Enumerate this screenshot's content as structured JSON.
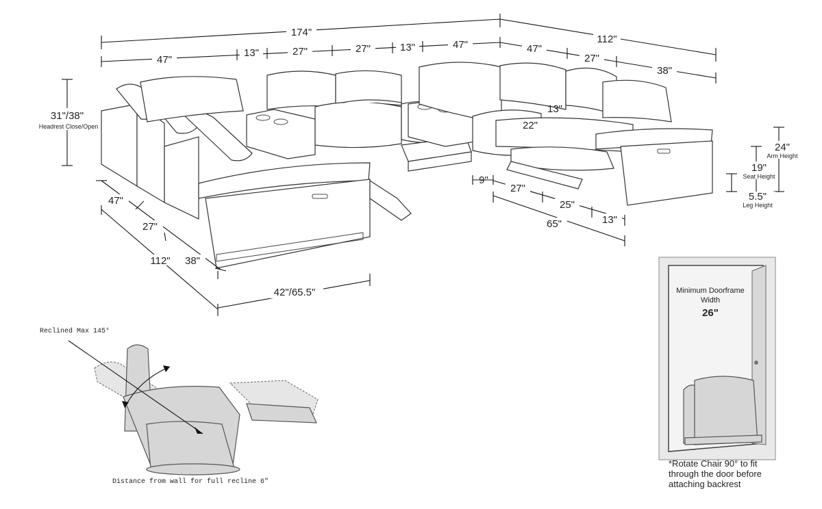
{
  "dimensions": {
    "total_width": "174\"",
    "total_depth": "112\"",
    "top_segments": [
      "47\"",
      "13\"",
      "27\"",
      "27\"",
      "13\"",
      "47\""
    ],
    "right_segments": [
      "47\"",
      "27\"",
      "38\""
    ],
    "headrest": "31\"/38\"",
    "headrest_label": "Headrest Close/Open",
    "left_segments": [
      "47\"",
      "27\"",
      "38\""
    ],
    "left_total": "112\"",
    "recline_depth": "42\"/65.5\"",
    "inner_13": "13\"",
    "inner_22": "22\"",
    "arm_height": "24\"",
    "arm_height_label": "Arm Height",
    "seat_height": "19\"",
    "seat_height_label": "Seat Height",
    "leg_height": "5.5\"",
    "leg_height_label": "Leg Height",
    "chair_segments": [
      "9\"",
      "27\"",
      "25\"",
      "13\""
    ],
    "chair_total": "65\""
  },
  "recline": {
    "max_label": "Reclined Max 145°",
    "wall_label": "Distance from wall for full recline 6\""
  },
  "door": {
    "title_line1": "Minimum Doorframe",
    "title_line2": "Width",
    "width": "26\"",
    "note_line1": "*Rotate Chair 90° to fit",
    "note_line2": "through the door before",
    "note_line3": "attaching backrest"
  }
}
